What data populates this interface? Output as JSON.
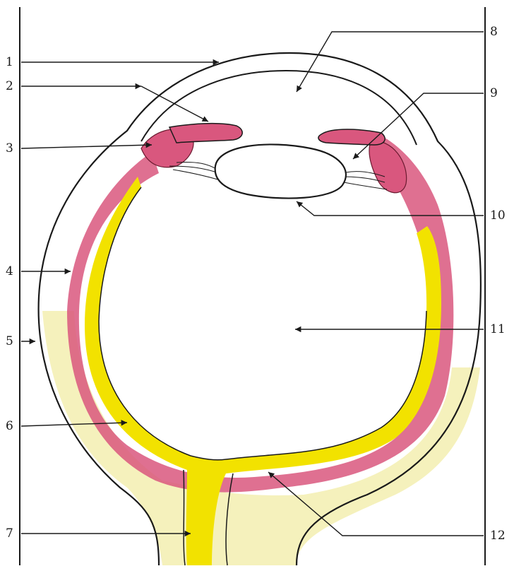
{
  "diagram": {
    "labels_left": [
      "1",
      "2",
      "3",
      "4",
      "5",
      "6",
      "7"
    ],
    "labels_right": [
      "8",
      "9",
      "10",
      "11",
      "12"
    ]
  },
  "colors": {
    "sclera_outline": "#1a1a1a",
    "choroid": "#d9577e",
    "retina": "#f2e200",
    "sheath": "#f3eeb0",
    "lens_fill": "#ffffff",
    "background": "#ffffff"
  }
}
